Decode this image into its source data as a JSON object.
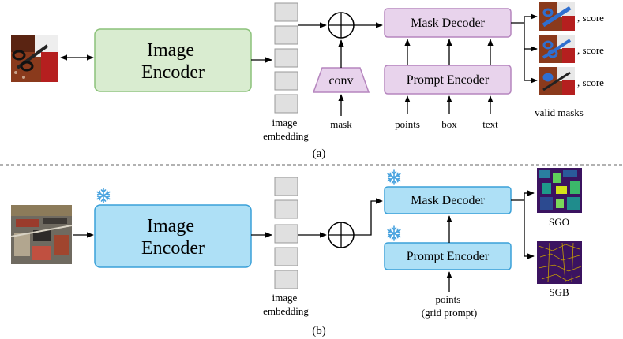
{
  "panel_a": {
    "caption": "(a)",
    "image_encoder": "Image\nEncoder",
    "embedding_label": "image\nembedding",
    "conv_label": "conv",
    "mask_input_label": "mask",
    "mask_decoder": "Mask Decoder",
    "prompt_encoder": "Prompt Encoder",
    "prompt_inputs": [
      "points",
      "box",
      "text"
    ],
    "output_scores": [
      ", score",
      ", score",
      ", score"
    ],
    "outputs_label": "valid masks",
    "colors": {
      "encoder_fill": "#d9ecd0",
      "encoder_stroke": "#8cc27a",
      "decoder_fill": "#e8d3ec",
      "decoder_stroke": "#b585be"
    }
  },
  "panel_b": {
    "caption": "(b)",
    "image_encoder": "Image\nEncoder",
    "embedding_label": "image\nembedding",
    "mask_decoder": "Mask Decoder",
    "prompt_encoder": "Prompt Encoder",
    "prompt_input_label": "points\n(grid prompt)",
    "output_labels": [
      "SGO",
      "SGB"
    ],
    "frozen_icon": "snowflake-icon",
    "colors": {
      "block_fill": "#aee0f6",
      "block_stroke": "#3aa0d8",
      "snowflake": "#4aa3df"
    }
  }
}
